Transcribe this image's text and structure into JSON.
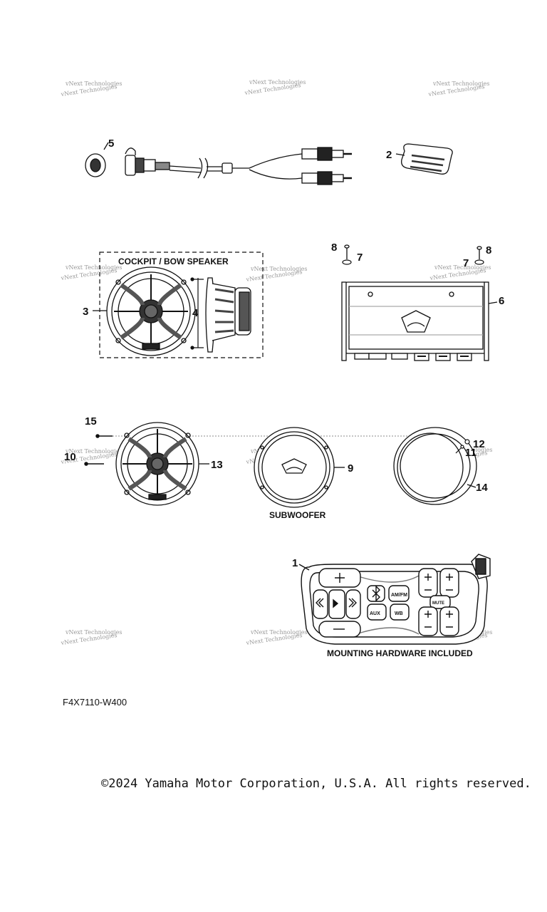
{
  "watermark": "vNext Technologies",
  "callouts": {
    "c1": "1",
    "c2": "2",
    "c3": "3",
    "c4": "4",
    "c5": "5",
    "c6": "6",
    "c7a": "7",
    "c7b": "7",
    "c8a": "8",
    "c8b": "8",
    "c9": "9",
    "c10": "10",
    "c11": "11",
    "c12": "12",
    "c13": "13",
    "c14": "14",
    "c15": "15"
  },
  "labels": {
    "cockpit": "COCKPIT / BOW SPEAKER",
    "subwoofer": "SUBWOOFER",
    "mounting": "MOUNTING HARDWARE INCLUDED"
  },
  "remote_buttons": {
    "am_fm": "AM/FM",
    "aux": "AUX",
    "wb": "WB",
    "mute": "MUTE"
  },
  "figure_code": "F4X7110-W400",
  "copyright": "©2024 Yamaha Motor Corporation, U.S.A. All rights reserved."
}
